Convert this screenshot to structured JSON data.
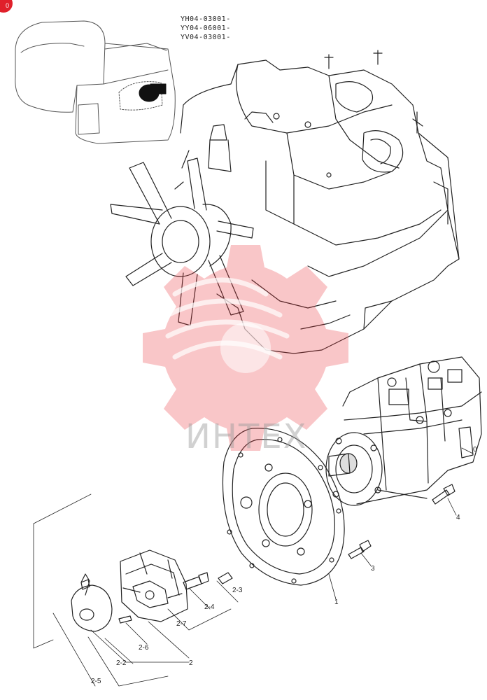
{
  "serials": [
    "YH04-03001-",
    "YY04-06001-",
    "YV04-03001-"
  ],
  "watermark": {
    "text": "ИНТЕХ",
    "color": "#e8343a"
  },
  "badge": {
    "text": "0",
    "color": "#e0202a"
  },
  "callouts": {
    "c0": "0",
    "c1": "1",
    "c2": "2",
    "c2_2": "2-2",
    "c2_3": "2-3",
    "c2_4": "2-4",
    "c2_5": "2-5",
    "c2_6": "2-6",
    "c2_7": "2-7",
    "c3": "3",
    "c4": "4"
  }
}
